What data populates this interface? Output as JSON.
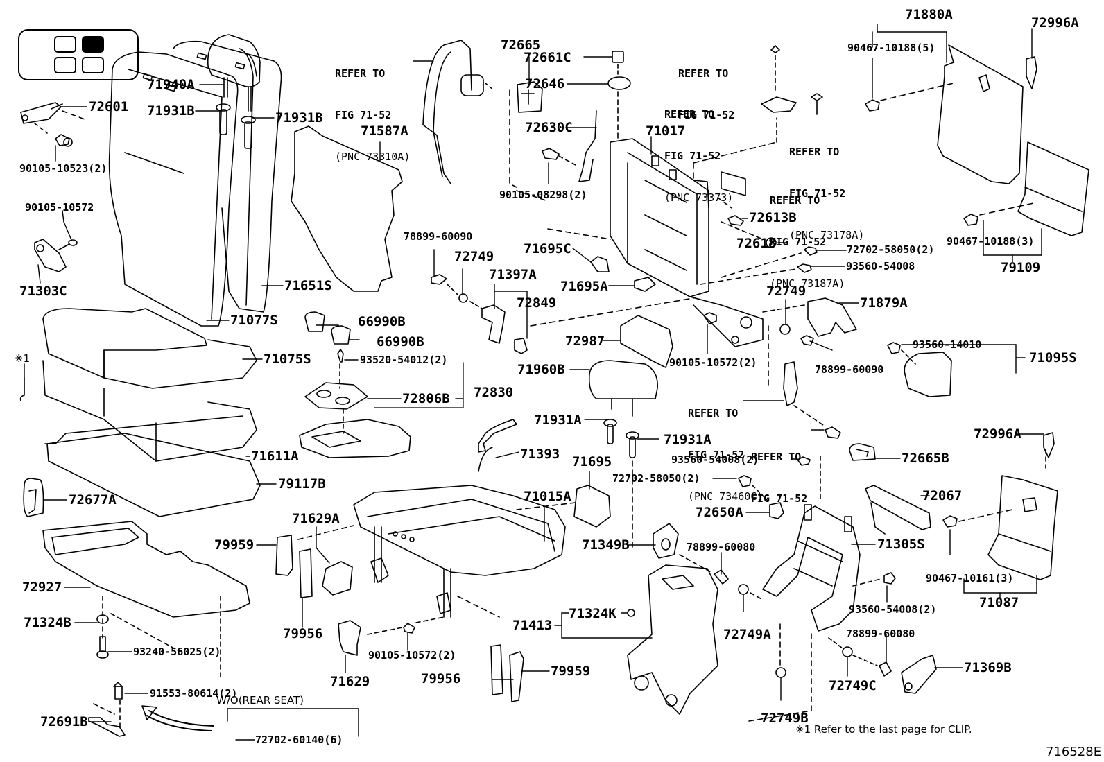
{
  "figure": {
    "id": "716528E",
    "footnote": "※1  Refer to the last page for CLIP.",
    "clip_mark": "※1",
    "locator": {
      "description": "seat location indicator",
      "cells": [
        {
          "row": 1,
          "col": 1,
          "selected": false
        },
        {
          "row": 1,
          "col": 2,
          "selected": true
        },
        {
          "row": 2,
          "col": 1,
          "selected": false
        },
        {
          "row": 2,
          "col": 2,
          "selected": false
        }
      ]
    },
    "variant_label": "W/O(REAR SEAT)",
    "colors": {
      "ink": "#000000",
      "paper": "#ffffff"
    }
  },
  "parts": {
    "p71940A": "71940A",
    "p72601": "72601",
    "p71931B_1": "71931B",
    "p71931B_2": "71931B",
    "p90105_10523": "90105-10523(2)",
    "p90105_10572_top": "90105-10572",
    "p71303C": "71303C",
    "p71651S": "71651S",
    "p71077S": "71077S",
    "p71075S": "71075S",
    "p71611A": "71611A",
    "p79117B": "79117B",
    "p72677A": "72677A",
    "p72927": "72927",
    "p71324B": "71324B",
    "p93240_56025": "93240-56025(2)",
    "p91553_80614": "91553-80614(2)",
    "p72691B": "72691B",
    "p72702_60140": "72702-60140(6)",
    "p71587A": "71587A",
    "p66990B_1": "66990B",
    "p66990B_2": "66990B",
    "p93520_54012": "93520-54012(2)",
    "p72806B": "72806B",
    "p72830": "72830",
    "p72665": "72665",
    "p72661C": "72661C",
    "p72646": "72646",
    "p72630C": "72630C",
    "p71017": "71017",
    "p90105_08298": "90105-08298(2)",
    "p78899_60090_left": "78899-60090",
    "p72749_left": "72749",
    "p71397A": "71397A",
    "p72849": "72849",
    "p71695C": "71695C",
    "p71695A": "71695A",
    "p72987": "72987",
    "p72613B": "72613B",
    "p72618": "72618",
    "p72702_58050_top": "72702-58050(2)",
    "p93560_54008_top": "93560-54008",
    "p72749_right": "72749",
    "p71879A": "71879A",
    "p78899_60090_right": "78899-60090",
    "p90105_10572_mid": "90105-10572(2)",
    "p71960B": "71960B",
    "p71931A_1": "71931A",
    "p71931A_2": "71931A",
    "p93560_54008_mid": "93560-54008(2)",
    "p72702_58050_mid": "72702-58050(2)",
    "p71393": "71393",
    "p71695": "71695",
    "p71015A": "71015A",
    "p71629A": "71629A",
    "p79959_left": "79959",
    "p79956_left": "79956",
    "p71629": "71629",
    "p90105_10572_bot": "90105-10572(2)",
    "p79956_bot": "79956",
    "p79959_bot": "79959",
    "p71413": "71413",
    "p71324K": "71324K",
    "p71349B": "71349B",
    "p72650A": "72650A",
    "p78899_60080_mid": "78899-60080",
    "p72749A": "72749A",
    "p72749B": "72749B",
    "p71305S": "71305S",
    "p93560_54008_bot": "93560-54008(2)",
    "p78899_60080_bot": "78899-60080",
    "p72749C": "72749C",
    "p71369B": "71369B",
    "p72067": "72067",
    "p72665B": "72665B",
    "p72996A_top": "72996A",
    "p72996A_bot": "72996A",
    "p71880A": "71880A",
    "p90467_10188_5": "90467-10188(5)",
    "p90467_10188_3": "90467-10188(3)",
    "p79109": "79109",
    "p93560_14010": "93560-14010",
    "p71095S": "71095S",
    "p90467_10161": "90467-10161(3)",
    "p71087": "71087"
  },
  "references": {
    "r_belt": {
      "l1": "REFER TO",
      "l2": "FIG 71-52",
      "l3": "(PNC 73310A)"
    },
    "r_screw": {
      "l1": "REFER TO",
      "l2": "FIG 71-52"
    },
    "r_73373": {
      "l1": "REFER TO",
      "l2": "FIG 71-52",
      "l3": "(PNC 73373)"
    },
    "r_73178A": {
      "l1": "REFER TO",
      "l2": "FIG 71-52",
      "l3": "(PNC 73178A)"
    },
    "r_73187A": {
      "l1": "REFER TO",
      "l2": "FIG 71-52",
      "l3": "(PNC 73187A)"
    },
    "r_73460C": {
      "l1": "REFER TO",
      "l2": "FIG 71-52",
      "l3": "(PNC 73460C)"
    },
    "r_bolt": {
      "l1": "REFER TO",
      "l2": "FIG 71-52"
    }
  }
}
